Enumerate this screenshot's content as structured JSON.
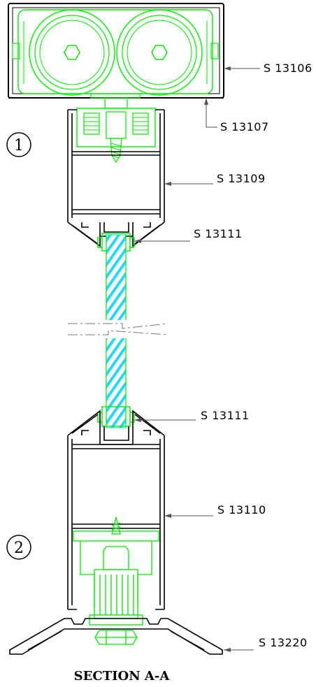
{
  "title": "SECTION A-A",
  "callouts": [
    {
      "label": "S 13106"
    },
    {
      "label": "S 13107"
    },
    {
      "label": "S 13109"
    },
    {
      "label": "S 13111"
    },
    {
      "label": "S 13111"
    },
    {
      "label": "S 13110"
    },
    {
      "label": "S 13220"
    }
  ],
  "markers": [
    "1",
    "2"
  ],
  "colors": {
    "profile": "#000000",
    "hardware": "#00ee00",
    "glass_hatch": "#00d8ff",
    "leader": "#555555"
  }
}
